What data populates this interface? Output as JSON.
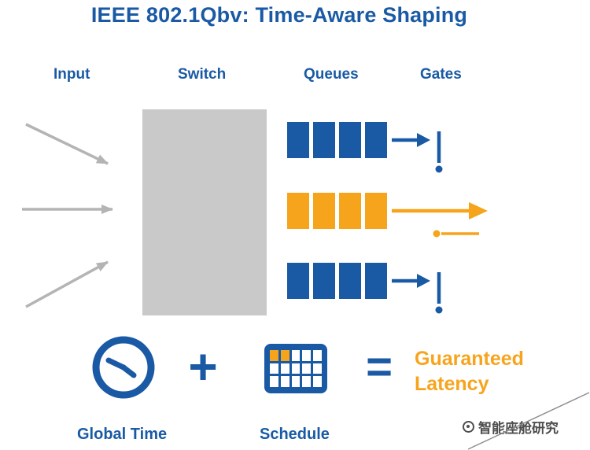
{
  "title": "IEEE 802.1Qbv: Time-Aware Shaping",
  "columns": {
    "input": "Input",
    "switch": "Switch",
    "queues": "Queues",
    "gates": "Gates"
  },
  "queues": [
    {
      "color": "blue",
      "cells": 4,
      "gate": "closed"
    },
    {
      "color": "orange",
      "cells": 4,
      "gate": "open"
    },
    {
      "color": "blue",
      "cells": 4,
      "gate": "closed"
    }
  ],
  "equation": {
    "plus": "+",
    "equals": "=",
    "clock_label": "Global Time",
    "schedule_label": "Schedule",
    "result_line1": "Guaranteed",
    "result_line2": "Latency"
  },
  "schedule_grid": {
    "rows": 3,
    "cols": 5,
    "orange_cells": [
      [
        0,
        0
      ],
      [
        0,
        1
      ]
    ]
  },
  "watermark": "智能座舱研究",
  "colors": {
    "blue": "#1a5aa5",
    "orange": "#f7a41d",
    "switch_gray": "#c9c9c9",
    "arrow_gray": "#b4b4b4"
  }
}
